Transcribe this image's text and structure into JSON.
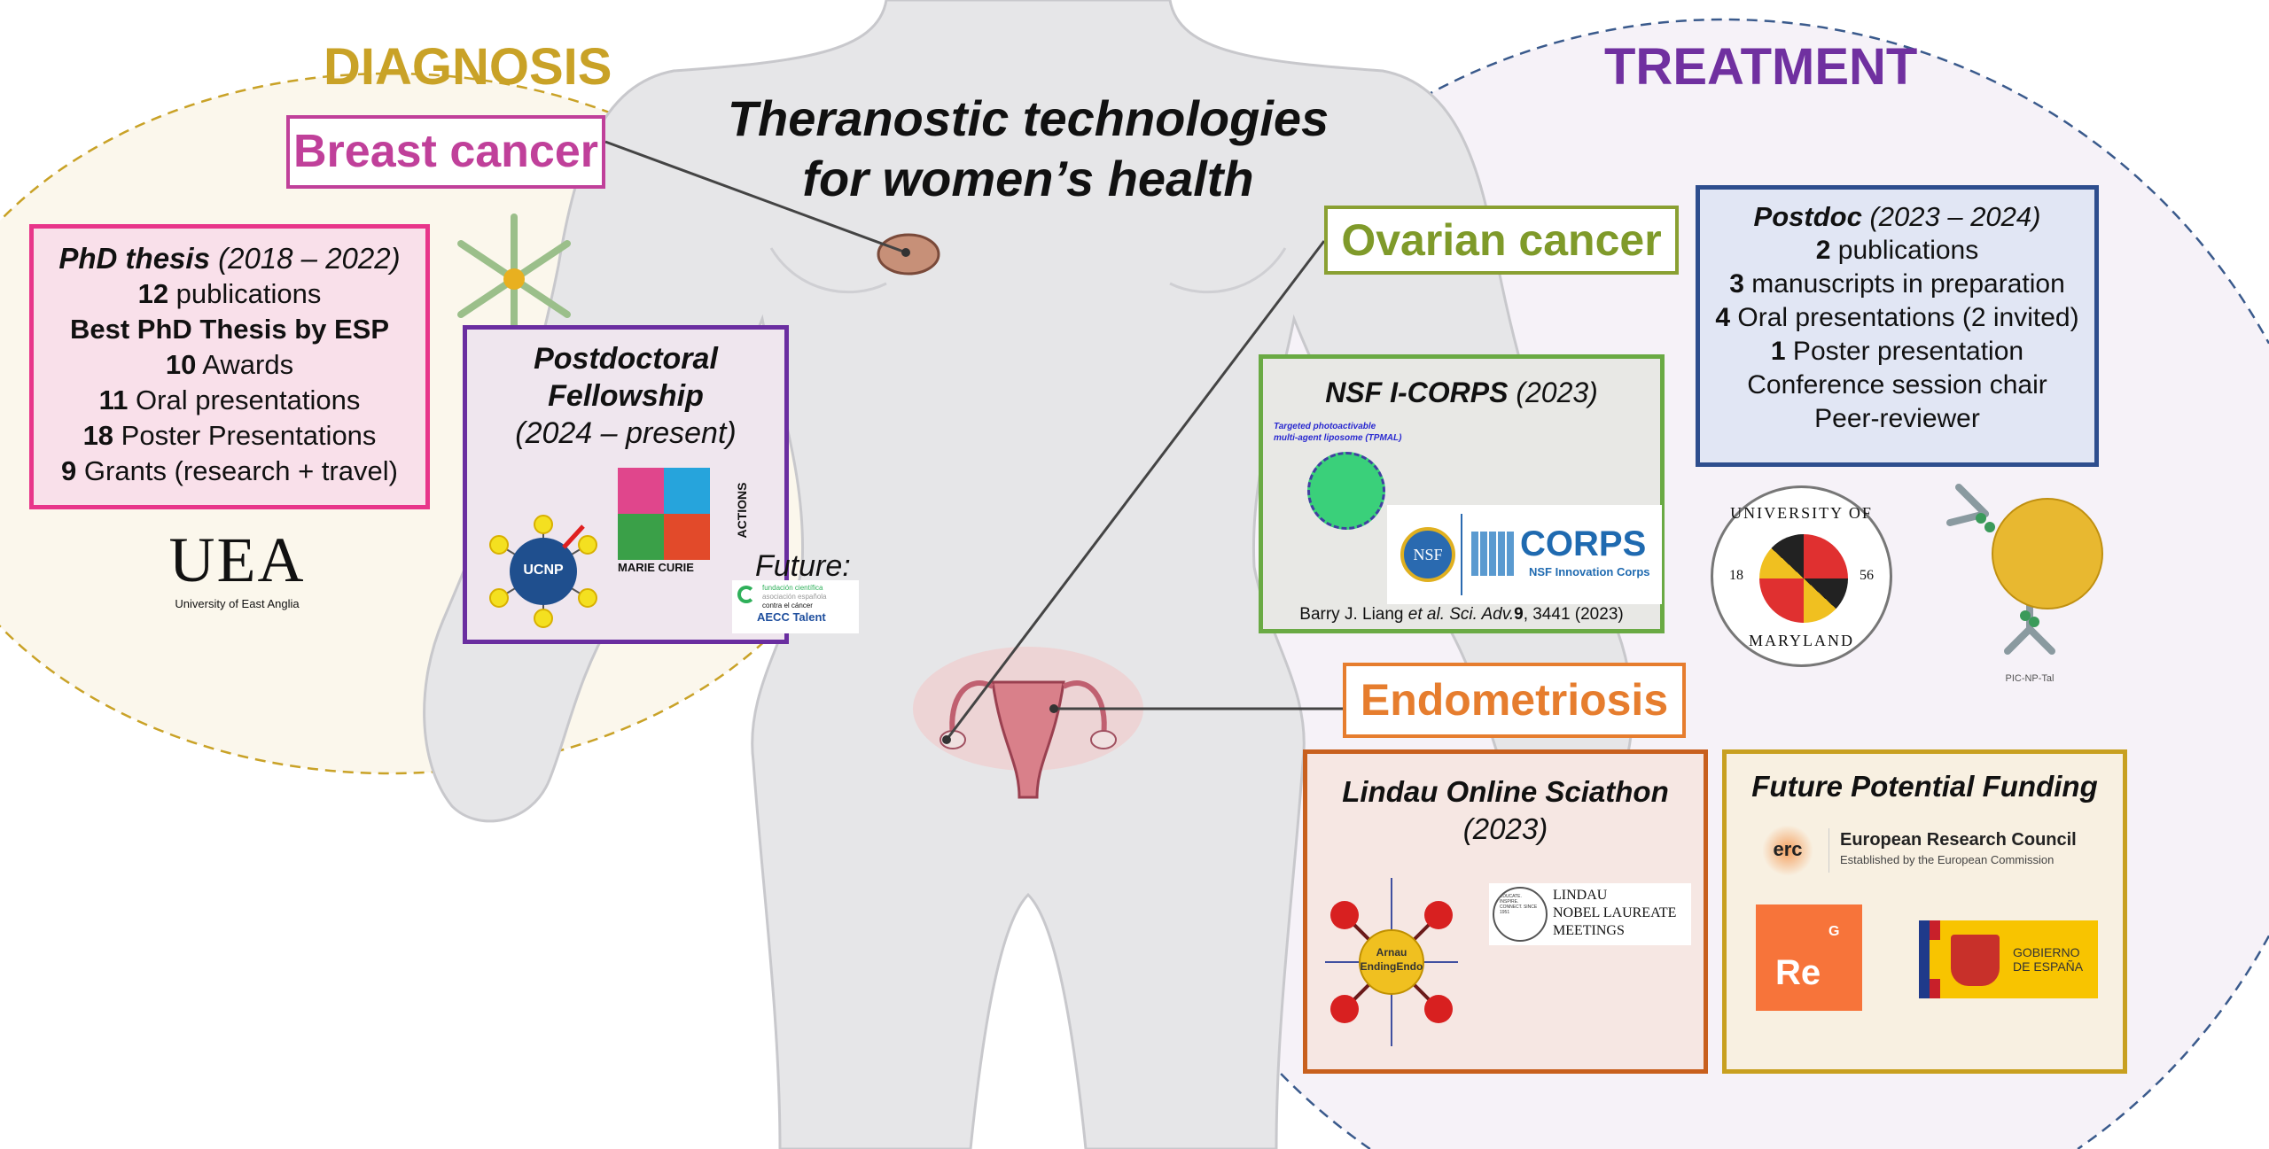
{
  "title": {
    "line1": "Theranostic technologies",
    "line2": "for women’s health"
  },
  "sections": {
    "diagnosis": "DIAGNOSIS",
    "treatment": "TREATMENT"
  },
  "conditions": {
    "breast": "Breast cancer",
    "ovarian": "Ovarian cancer",
    "endometriosis": "Endometriosis"
  },
  "phd": {
    "title": "PhD thesis",
    "years": "(2018 – 2022)",
    "items": [
      {
        "num": "12",
        "text": " publications"
      },
      {
        "num": "",
        "text": "Best PhD Thesis by ESP",
        "bold": true
      },
      {
        "num": "10",
        "text": " Awards"
      },
      {
        "num": "11",
        "text": " Oral presentations"
      },
      {
        "num": "18",
        "text": " Poster Presentations"
      },
      {
        "num": "9",
        "text": " Grants (research + travel)"
      }
    ]
  },
  "fellowship": {
    "title": "Postdoctoral Fellowship",
    "years": "(2024 – present)",
    "ucnp": "UCNP",
    "marie_curie": "MARIE CURIE",
    "actions": "ACTIONS",
    "future": "Future:",
    "aecc": {
      "line1": "fundación científica",
      "line2": "asociación española",
      "line3": "contra el cáncer",
      "line4": "AECC Talent"
    }
  },
  "uea": {
    "mark": "UEA",
    "name": "University of East Anglia"
  },
  "nsf": {
    "title": "NSF I-CORPS",
    "years": "(2023)",
    "tpmal": {
      "line1": "Targeted photoactivable",
      "line2": "multi-agent liposome (TPMAL)"
    },
    "nsf_mark": "NSF",
    "corps": "CORPS",
    "corps_sub": "NSF Innovation Corps",
    "citation": {
      "authors": "Barry J. Liang ",
      "etal": "et al. Sci. Adv.",
      "vol": "9",
      "rest": ", 3441 (2023)"
    }
  },
  "postdoc": {
    "title": "Postdoc",
    "years": "(2023 – 2024)",
    "items": [
      {
        "num": "2",
        "text": " publications"
      },
      {
        "num": "3",
        "text": " manuscripts in preparation"
      },
      {
        "num": "4",
        "text": " Oral presentations (2 invited)"
      },
      {
        "num": "1",
        "text": " Poster presentation"
      },
      {
        "num": "",
        "text": "Conference session chair"
      },
      {
        "num": "",
        "text": "Peer-reviewer"
      }
    ]
  },
  "umd": {
    "top": "UNIVERSITY OF",
    "bottom": "MARYLAND",
    "left": "18",
    "right": "56"
  },
  "pic": {
    "label": "PIC-NP-Tal"
  },
  "lindau": {
    "title": "Lindau Online Sciathon",
    "years": "(2023)",
    "particle": {
      "line1": "Arnau",
      "line2": "EndingEndo"
    },
    "logo": {
      "line1": "LINDAU",
      "line2": "NOBEL LAUREATE",
      "line3": "MEETINGS",
      "ring": "EDUCATE. INSPIRE. CONNECT. SINCE 1951"
    }
  },
  "funding": {
    "title": "Future Potential Funding",
    "erc": {
      "mark": "erc",
      "name": "European Research Council",
      "sub": "Established by the European Commission"
    },
    "reg": {
      "re": "Re",
      "g": "G"
    },
    "gob": {
      "line1": "GOBIERNO",
      "line2": "DE ESPAÑA"
    }
  },
  "colors": {
    "diagnosis": "#c9a227",
    "treatment": "#7030a0",
    "breast": "#c0409a",
    "ovarian": "#7f9a2a",
    "endo": "#e67d2e"
  }
}
